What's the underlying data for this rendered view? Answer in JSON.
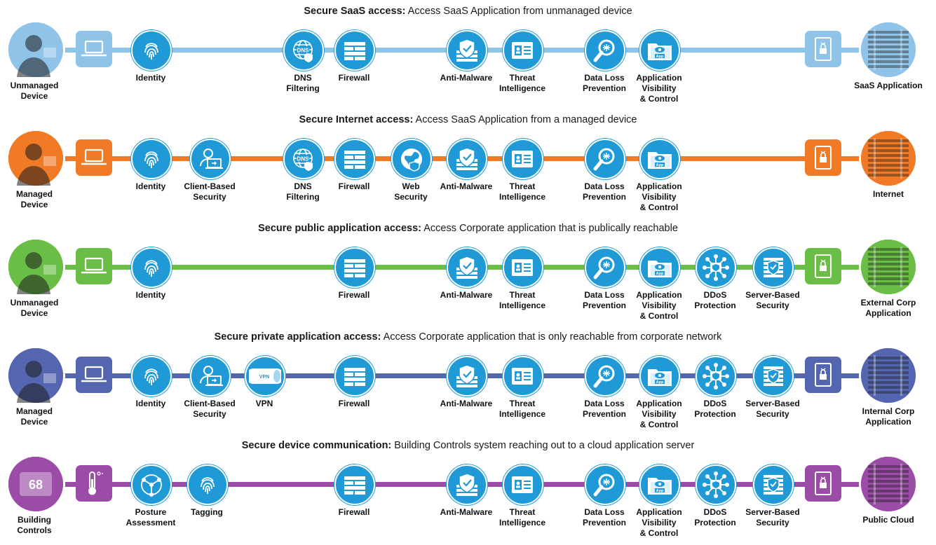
{
  "rows": [
    {
      "title_bold": "Secure SaaS access:",
      "title_rest": "Access SaaS Application from unmanaged device",
      "color": "#8fc3e8",
      "start_label": "Unmanaged\nDevice",
      "end_label": "SaaS Application",
      "items": [
        {
          "label": "Identity",
          "icon": "fingerprint-icon"
        },
        {
          "label": "DNS\nFiltering",
          "icon": "dns-globe-icon"
        },
        {
          "label": "Firewall",
          "icon": "firewall-icon"
        },
        {
          "label": "Anti-Malware",
          "icon": "anti-malware-shield-icon"
        },
        {
          "label": "Threat\nIntelligence",
          "icon": "threat-intelligence-icon"
        },
        {
          "label": "Data Loss\nPrevention",
          "icon": "magnifier-icon"
        },
        {
          "label": "Application\nVisibility\n& Control",
          "icon": "app-folder-icon"
        }
      ]
    },
    {
      "title_bold": "Secure Internet access:",
      "title_rest": "Access SaaS Application from a managed device",
      "color": "#f07a25",
      "start_label": "Managed\nDevice",
      "end_label": "Internet",
      "items": [
        {
          "label": "Identity",
          "icon": "fingerprint-icon"
        },
        {
          "label": "Client-Based\nSecurity",
          "icon": "client-security-icon"
        },
        {
          "label": "DNS\nFiltering",
          "icon": "dns-globe-icon"
        },
        {
          "label": "Firewall",
          "icon": "firewall-icon"
        },
        {
          "label": "Web\nSecurity",
          "icon": "web-security-icon"
        },
        {
          "label": "Anti-Malware",
          "icon": "anti-malware-shield-icon"
        },
        {
          "label": "Threat\nIntelligence",
          "icon": "threat-intelligence-icon"
        },
        {
          "label": "Data Loss\nPrevention",
          "icon": "magnifier-icon"
        },
        {
          "label": "Application\nVisibility\n& Control",
          "icon": "app-folder-icon"
        }
      ]
    },
    {
      "title_bold": "Secure public application access:",
      "title_rest": "Access Corporate application that is publically reachable",
      "color": "#6abe45",
      "start_label": "Unmanaged\nDevice",
      "end_label": "External Corp\nApplication",
      "items": [
        {
          "label": "Identity",
          "icon": "fingerprint-icon"
        },
        {
          "label": "Firewall",
          "icon": "firewall-icon"
        },
        {
          "label": "Anti-Malware",
          "icon": "anti-malware-shield-icon"
        },
        {
          "label": "Threat\nIntelligence",
          "icon": "threat-intelligence-icon"
        },
        {
          "label": "Data Loss\nPrevention",
          "icon": "magnifier-icon"
        },
        {
          "label": "Application\nVisibility\n& Control",
          "icon": "app-folder-icon"
        },
        {
          "label": "DDoS\nProtection",
          "icon": "ddos-hub-icon"
        },
        {
          "label": "Server-Based\nSecurity",
          "icon": "server-security-icon"
        }
      ]
    },
    {
      "title_bold": "Secure private application access:",
      "title_rest": "Access Corporate application that is only reachable from corporate network",
      "color": "#5566b0",
      "start_label": "Managed\nDevice",
      "end_label": "Internal Corp\nApplication",
      "items": [
        {
          "label": "Identity",
          "icon": "fingerprint-icon"
        },
        {
          "label": "Client-Based\nSecurity",
          "icon": "client-security-icon"
        },
        {
          "label": "VPN",
          "icon": "vpn-tunnel-icon"
        },
        {
          "label": "Firewall",
          "icon": "firewall-icon"
        },
        {
          "label": "Anti-Malware",
          "icon": "anti-malware-shield-icon"
        },
        {
          "label": "Threat\nIntelligence",
          "icon": "threat-intelligence-icon"
        },
        {
          "label": "Data Loss\nPrevention",
          "icon": "magnifier-icon"
        },
        {
          "label": "Application\nVisibility\n& Control",
          "icon": "app-folder-icon"
        },
        {
          "label": "DDoS\nProtection",
          "icon": "ddos-hub-icon"
        },
        {
          "label": "Server-Based\nSecurity",
          "icon": "server-security-icon"
        }
      ]
    },
    {
      "title_bold": "Secure device communication:",
      "title_rest": "Building Controls system reaching out to a cloud application server",
      "color": "#9a4ca6",
      "start_label": "Building\nControls",
      "end_label": "Public Cloud",
      "items": [
        {
          "label": "Posture\nAssessment",
          "icon": "posture-assessment-icon"
        },
        {
          "label": "Tagging",
          "icon": "tagging-fingerprint-icon"
        },
        {
          "label": "Firewall",
          "icon": "firewall-icon"
        },
        {
          "label": "Anti-Malware",
          "icon": "anti-malware-shield-icon"
        },
        {
          "label": "Threat\nIntelligence",
          "icon": "threat-intelligence-icon"
        },
        {
          "label": "Data Loss\nPrevention",
          "icon": "magnifier-icon"
        },
        {
          "label": "Application\nVisibility\n& Control",
          "icon": "app-folder-icon"
        },
        {
          "label": "DDoS\nProtection",
          "icon": "ddos-hub-icon"
        },
        {
          "label": "Server-Based\nSecurity",
          "icon": "server-security-icon"
        }
      ]
    }
  ],
  "icon_text": {
    "dns": "DNS",
    "app": "App",
    "vpn": "VPN"
  }
}
